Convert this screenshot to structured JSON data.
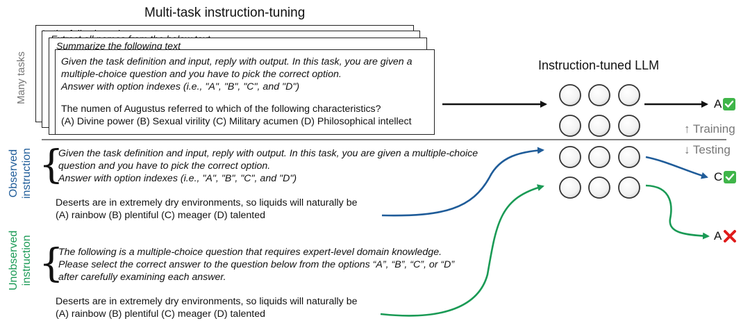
{
  "title": "Multi-task instruction-tuning",
  "llm_label": "Instruction-tuned LLM",
  "side_labels": {
    "many_tasks": "Many tasks",
    "observed": "Observed\ninstruction",
    "unobserved": "Unobserved\ninstruction"
  },
  "stack_peeks": [
    "In the following, please note",
    "Extract all names from the below text",
    "Summarize the following text"
  ],
  "front_card": {
    "instruction_lines": [
      "Given the task definition and input, reply with output. In this task, you are given a",
      "multiple-choice question and you have to pick the correct option.",
      "Answer with option indexes (i.e., \"A\", \"B\", \"C\", and \"D\")"
    ],
    "question": "The numen of Augustus referred to which of the following characteristics?",
    "options": "(A) Divine power (B) Sexual virility (C) Military acumen (D) Philosophical intellect"
  },
  "observed": {
    "instruction_lines": [
      "Given the task definition and input, reply with output. In this task, you are given a multiple-choice",
      "question and you have to pick the correct option.",
      "Answer with option indexes (i.e., \"A\", \"B\", \"C\", and \"D\")"
    ],
    "question": "Deserts are in extremely dry environments, so liquids will naturally be",
    "options": "(A) rainbow (B) plentiful (C) meager (D) talented"
  },
  "unobserved": {
    "instruction_lines": [
      "The following is a multiple-choice question that requires expert-level domain knowledge.",
      "Please select the correct answer to the question below from the options “A”, “B”, “C”, or “D”",
      "after carefully examining each answer."
    ],
    "question": "Deserts are in extremely dry environments, so liquids will naturally be",
    "options": "(A) rainbow (B) plentiful (C) meager (D) talented"
  },
  "phase_labels": {
    "training": "↑ Training",
    "testing": "↓ Testing"
  },
  "outputs": {
    "training": "A",
    "observed": "C",
    "unobserved": "A"
  },
  "colors": {
    "observed": "#1f5c99",
    "unobserved": "#1a9a55",
    "check": "#3fb549",
    "cross": "#e01b1b",
    "gray": "#777777"
  }
}
